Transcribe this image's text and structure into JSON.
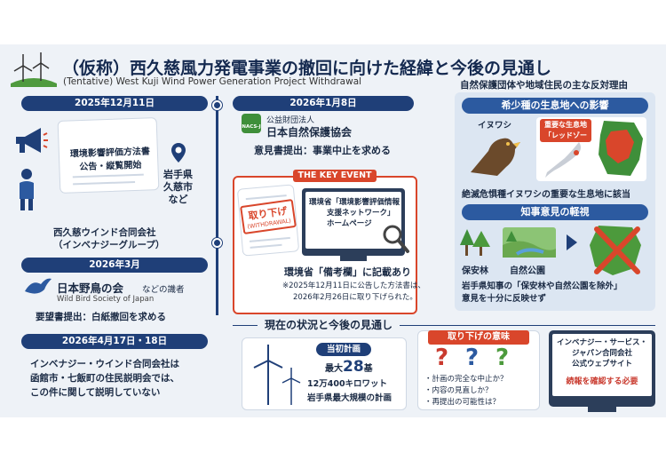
{
  "header": {
    "title": "（仮称）西久慈風力発電事業の撤回に向けた経緯と今後の見通し",
    "subtitle": "(Tentative) West Kuji Wind Power Generation Project Withdrawal"
  },
  "timeline": {
    "e1": {
      "date": "2025年12月11日",
      "doc_line1": "環境影響評価方法書",
      "doc_line2": "公告・縦覧開始",
      "company_line1": "西久慈ウインド合同会社",
      "company_line2": "（インベナジーグループ）",
      "location_line1": "岩手県",
      "location_line2": "久慈市",
      "location_line3": "など"
    },
    "e2": {
      "date": "2026年1月8日",
      "org_small": "公益財団法人",
      "org_name": "日本自然保護協会",
      "org_logo": "NACS-J",
      "action": "意見書提出：事業中止を求める"
    },
    "e3": {
      "date": "2026年3月",
      "org_name": "日本野鳥の会",
      "org_suffix": "などの識者",
      "org_en": "Wild Bird Society of Japan",
      "action": "要望書提出：白紙撤回を求める"
    },
    "e4": {
      "date": "2026年4月17日・18日",
      "line1": "インベナジー・ウインド合同会社は",
      "line2": "函館市・七飯町の住民説明会では、",
      "line3": "この件に関して説明していない"
    },
    "key_event": {
      "label": "THE KEY EVENT",
      "stamp_jp": "取り下げ",
      "stamp_en": "(WITHDRAWAL)",
      "site_line1": "環境省「環境影響評価情報",
      "site_line2": "支援ネットワーク」",
      "site_line3": "ホームページ",
      "note_main": "環境省「備考欄」に記載あり",
      "note_line1": "※2025年12月11日に公告した方法書は、",
      "note_line2": "2026年2月26日に取り下げられた。"
    }
  },
  "reasons": {
    "title": "自然保護団体や地域住民の主な反対理由",
    "r1": {
      "heading": "希少種の生息地への影響",
      "bird": "イヌワシ",
      "habitat_line1": "重要な生息地",
      "habitat_line2": "「レッドゾーン」",
      "caption": "絶滅危惧種イヌワシの重要な生息地に該当"
    },
    "r2": {
      "heading": "知事意見の軽視",
      "label_forest": "保安林",
      "label_park": "自然公園",
      "caption_line1": "岩手県知事の「保安林や自然公園を除外」",
      "caption_line2": "意見を十分に反映せず"
    }
  },
  "outlook": {
    "title": "現在の状況と今後の見通し",
    "plan": {
      "heading": "当初計画",
      "max_prefix": "最大",
      "max_number": "28",
      "max_unit": "基",
      "capacity": "12万400キロワット",
      "scale": "岩手県最大規模の計画"
    },
    "meaning": {
      "heading": "取り下げの意味",
      "marks": [
        "?",
        "?",
        "?"
      ],
      "items": [
        "・計画の完全な中止か？",
        "・内容の見直しか？",
        "・再提出の可能性は？"
      ]
    },
    "website": {
      "line1": "インベナジー・サービス・",
      "line2": "ジャパン合同会社",
      "line3": "公式ウェブサイト",
      "notice": "続報を確認する必要"
    }
  },
  "colors": {
    "navy": "#1f3f78",
    "accent_red": "#d9462b",
    "panel_blue": "#dce6f2",
    "green": "#3f8f3a",
    "question_red": "#c93a2e",
    "question_blue": "#2c5aa0",
    "question_green": "#4c9a3c"
  }
}
